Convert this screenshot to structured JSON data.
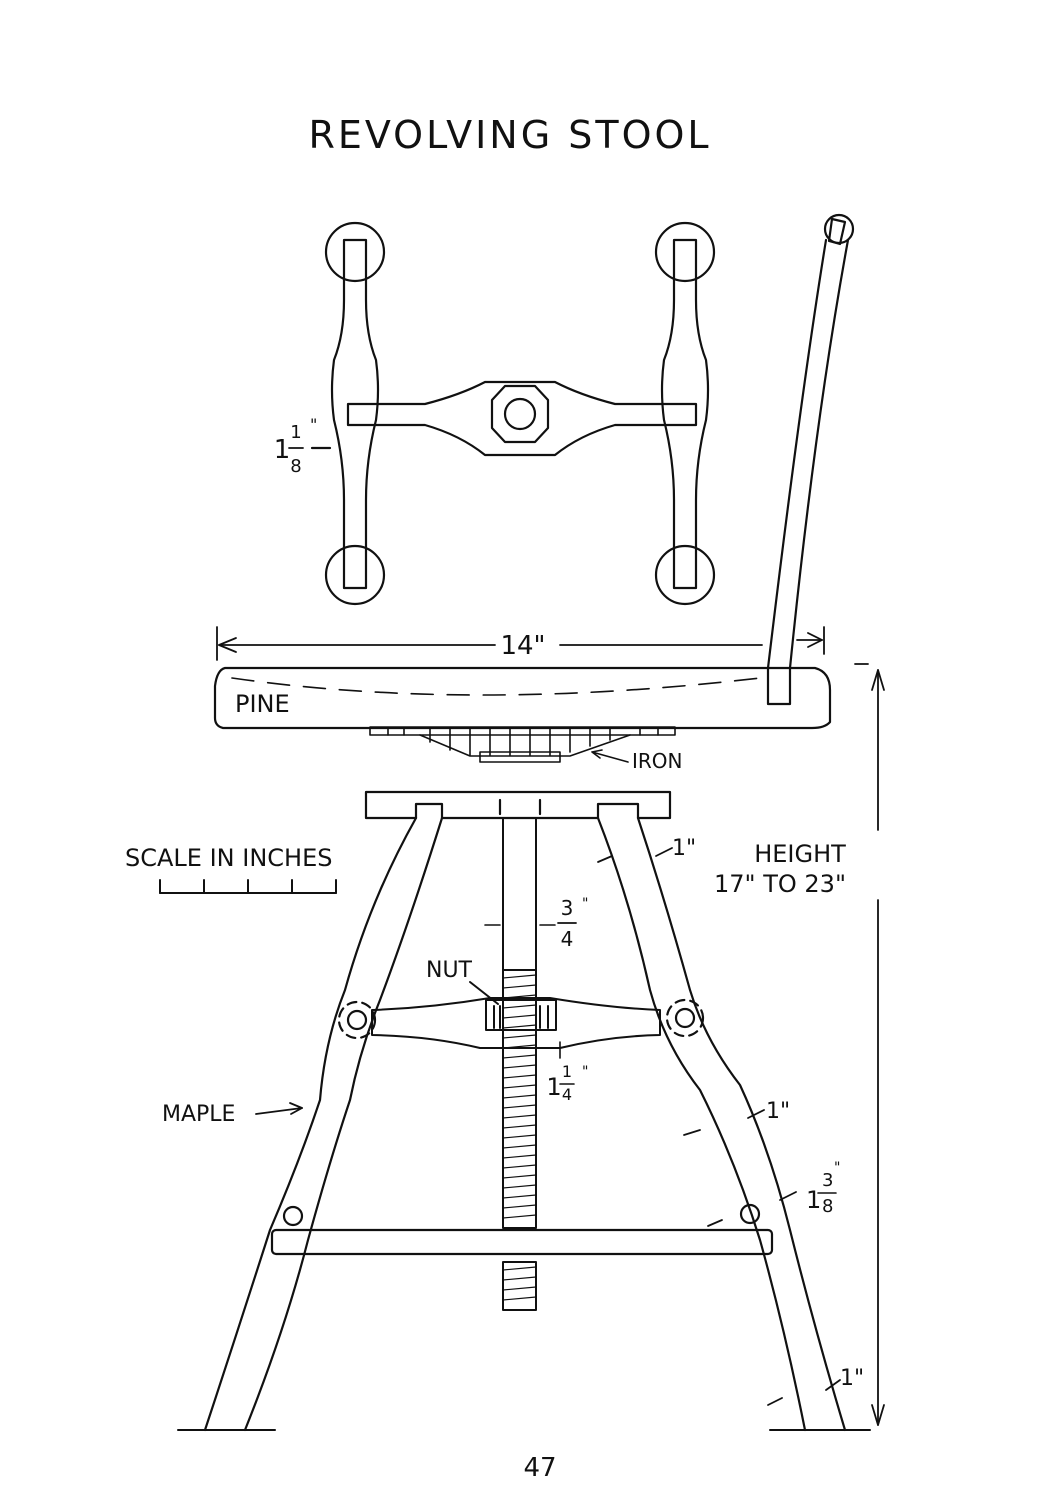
{
  "title": "REVOLVING STOOL",
  "page_number": "47",
  "labels": {
    "pine": "PINE",
    "iron": "IRON",
    "maple": "MAPLE",
    "nut": "NUT",
    "scale": "SCALE IN INCHES",
    "height_label": "HEIGHT",
    "height_range": "17\" TO 23\""
  },
  "dimensions": {
    "width_14": "14\"",
    "rung_1_1_8_whole": "1",
    "rung_1_1_8_num": "1",
    "rung_1_1_8_den": "8",
    "screw_3_4_num": "3",
    "screw_3_4_den": "4",
    "nut_1_1_4_whole": "1",
    "nut_1_1_4_num": "1",
    "nut_1_1_4_den": "4",
    "leg_top": "1\"",
    "leg_mid": "1\"",
    "leg_1_3_8_whole": "1",
    "leg_1_3_8_num": "3",
    "leg_1_3_8_den": "8",
    "leg_bottom": "1\"",
    "inch_mark": "\""
  }
}
